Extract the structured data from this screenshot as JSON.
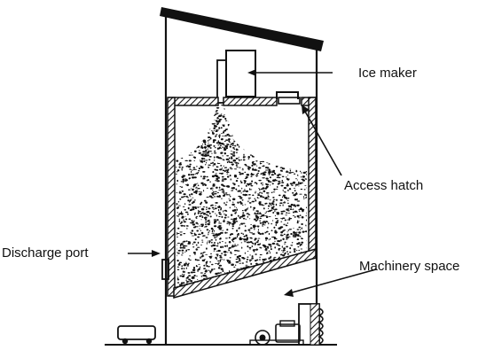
{
  "labels": {
    "ice_maker": "Ice maker",
    "access_hatch": "Access hatch",
    "discharge_port": "Discharge port",
    "machinery_space": "Machinery space"
  },
  "colors": {
    "ink": "#111111",
    "background": "#ffffff"
  }
}
